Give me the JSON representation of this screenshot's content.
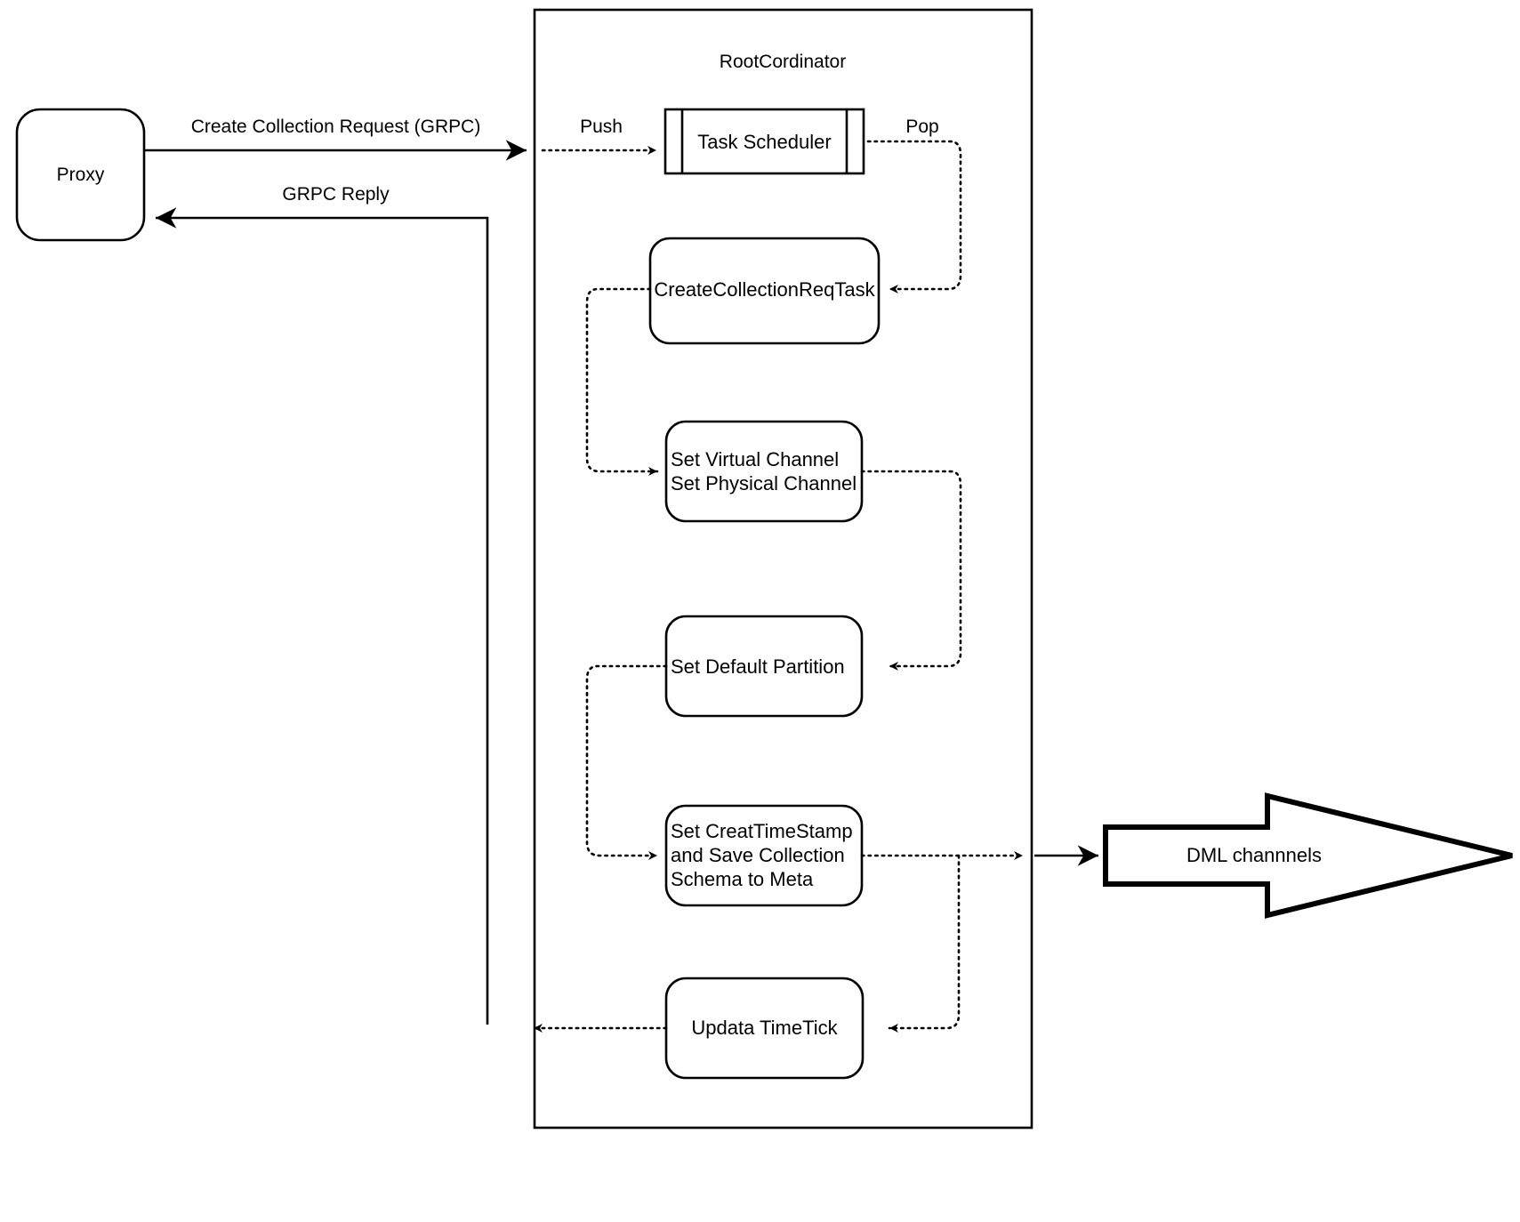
{
  "diagram": {
    "title_visible": "RootCordinator",
    "external": {
      "proxy_label": "Proxy",
      "dml_label": "DML channnels"
    },
    "container": {
      "label": "RootCordinator"
    },
    "nodes": [
      {
        "id": "task-scheduler",
        "label": "Task Scheduler",
        "shape": "queue-rect"
      },
      {
        "id": "create-collection-req-task",
        "label": "CreateCollectionReqTask",
        "shape": "rounded-rect"
      },
      {
        "id": "set-channels",
        "label": "Set Virtual Channel\nSet Physical Channel",
        "line1": "Set Virtual Channel",
        "line2": "Set Physical Channel",
        "shape": "rounded-rect"
      },
      {
        "id": "set-default-partition",
        "label": "Set Default Partition",
        "shape": "rounded-rect"
      },
      {
        "id": "set-create-timestamp",
        "label": "Set CreatTimeStamp\nand Save Collection\nSchema to Meta",
        "line1": "Set CreatTimeStamp",
        "line2": "and Save Collection",
        "line3": "Schema to Meta",
        "shape": "rounded-rect"
      },
      {
        "id": "update-timetick",
        "label": "Updata TimeTick",
        "shape": "rounded-rect"
      }
    ],
    "edge_labels": [
      {
        "id": "create-collection-request",
        "text": "Create Collection Request (GRPC)"
      },
      {
        "id": "grpc-reply",
        "text": "GRPC Reply"
      },
      {
        "id": "push",
        "text": "Push"
      },
      {
        "id": "pop",
        "text": "Pop"
      }
    ],
    "colors": {
      "stroke": "#000000",
      "fill": "#ffffff",
      "background": "#ffffff"
    }
  }
}
